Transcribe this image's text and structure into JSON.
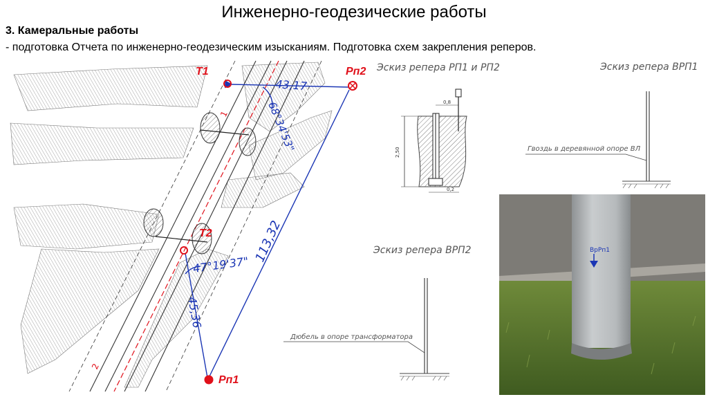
{
  "page": {
    "title": "Инженерно-геодезические работы",
    "heading": "3. Камеральные работы",
    "subtitle": "- подготовка Отчета по инженерно-геодезическим изысканиям. Подготовка схем закрепления реперов."
  },
  "drawing": {
    "points": {
      "t1": "T1",
      "t2": "T2",
      "rp1": "Рп1",
      "rp2": "Рп2"
    },
    "distances": {
      "t1_rp2": "43,17",
      "rp2_rp1": "113,32",
      "t2_rp1": "45,36"
    },
    "angles": {
      "t1": "68°34'53\"",
      "t2": "47°19'37\""
    },
    "axis_marks": {
      "top": "1",
      "bottom": "2"
    }
  },
  "sketches": {
    "rp": {
      "title": "Эскиз репера РП1 и РП2",
      "dim_top": "0,8",
      "dim_side": "2,50",
      "dim_bottom": "0,2"
    },
    "vrp1": {
      "title": "Эскиз репера ВРП1",
      "note": "Гвоздь в деревянной опоре ВЛ"
    },
    "vrp2": {
      "title": "Эскиз репера ВРП2",
      "note": "Дюбель в опоре трансформатора"
    }
  },
  "photo": {
    "marker_label": "ВрРп1"
  },
  "colors": {
    "red": "#e0101a",
    "blue": "#1a35b4",
    "pole": "#b9bdbf",
    "grass": "#5c7a2e",
    "asphalt": "#7d7b76"
  }
}
